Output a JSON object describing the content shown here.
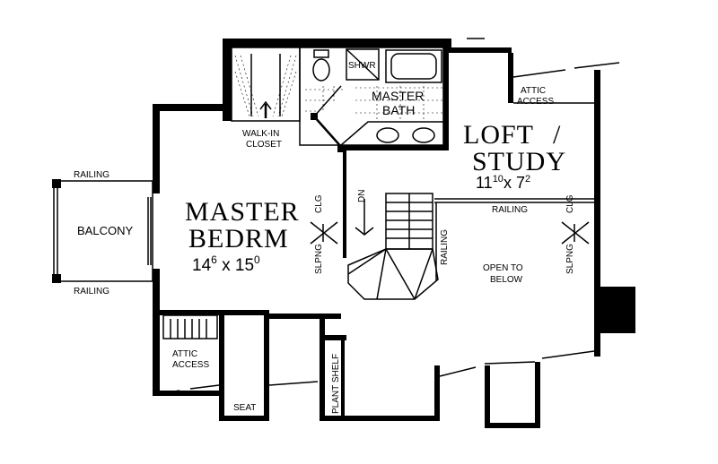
{
  "labels": {
    "master_bedroom": "MASTER",
    "master_bedroom_2": "BEDRM",
    "master_bedroom_dim": "14",
    "master_bedroom_dim_sup1": "6",
    "master_bedroom_dim_x": "x 15",
    "master_bedroom_dim_sup2": "0",
    "loft": "LOFT",
    "loft_slash": "/",
    "study": "STUDY",
    "loft_dim": "11",
    "loft_dim_sup1": "10",
    "loft_dim_x": "x 7",
    "loft_dim_sup2": "2",
    "master_bath_1": "MASTER",
    "master_bath_2": "BATH",
    "shower": "SHWR",
    "walk_in_closet_1": "WALK-IN",
    "walk_in_closet_2": "CLOSET",
    "attic_access_top_1": "ATTIC",
    "attic_access_top_2": "ACCESS",
    "attic_access_bottom_1": "ATTIC",
    "attic_access_bottom_2": "ACCESS",
    "balcony": "BALCONY",
    "railing_balcony_top": "RAILING",
    "railing_balcony_bottom": "RAILING",
    "railing_loft": "RAILING",
    "railing_stair": "RAILING",
    "stair_dn": "DN",
    "clg_left": "CLG",
    "slpng_left": "SLPNG",
    "clg_right": "CLG",
    "slpng_right": "SLPNG",
    "open_to_below_1": "OPEN TO",
    "open_to_below_2": "BELOW",
    "plant_shelf": "PLANT SHELF",
    "seat": "SEAT"
  }
}
